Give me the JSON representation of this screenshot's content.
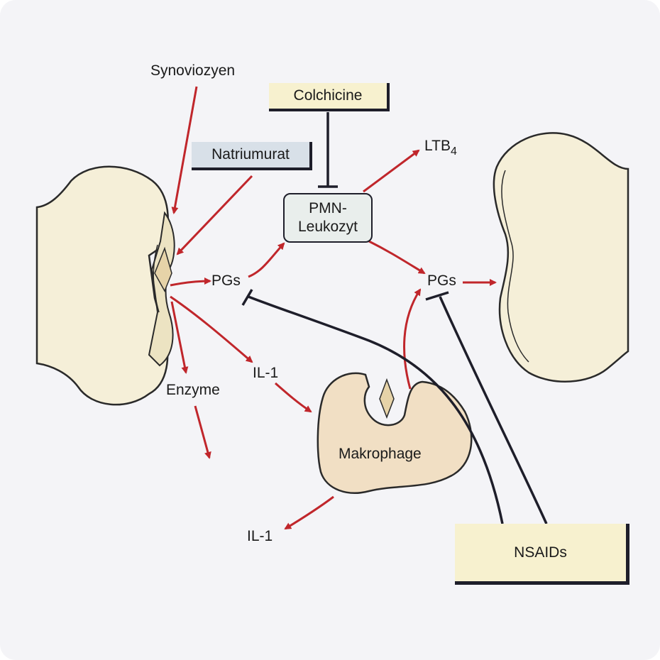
{
  "labels": {
    "synoviozyen": "Synoviozyen",
    "colchicine": "Colchicine",
    "natriumurat": "Natriumurat",
    "ltb": "LTB",
    "ltb_sub": "4",
    "pmn_line1": "PMN-",
    "pmn_line2": "Leukozyt",
    "pgs_left": "PGs",
    "pgs_right": "PGs",
    "il1_mid": "IL-1",
    "enzyme": "Enzyme",
    "makrophage": "Makrophage",
    "il1_bottom": "IL-1",
    "nsaids": "NSAIDs"
  },
  "colors": {
    "stimulating_arrow": "#c0262b",
    "inhibition_line": "#1e1e2a",
    "bone_fill": "#f5efd8",
    "macrophage_fill": "#f1dfc4"
  }
}
